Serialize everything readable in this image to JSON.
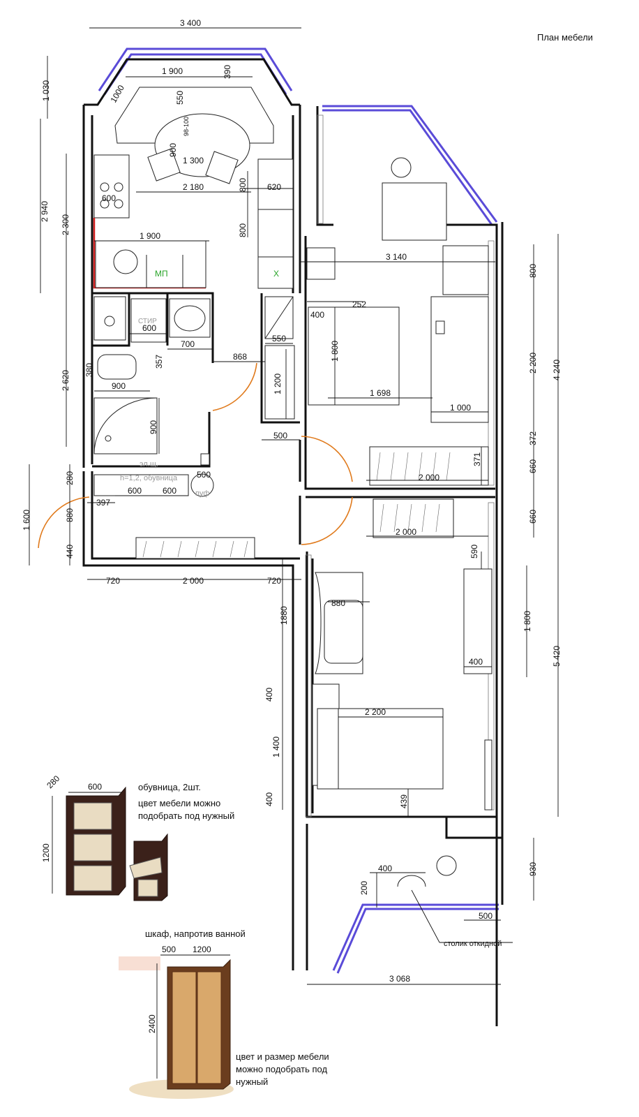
{
  "title": "План мебели",
  "colors": {
    "window": "#5a4bd8",
    "door_swing": "#e07a1c",
    "accent_red": "#d22020",
    "accent_green": "#2aa52a"
  },
  "labels": {
    "mp": "МП",
    "x": "Х",
    "stir": "СТИР",
    "el_shch": "эл.щ.",
    "el_shch_h": "h=1,2, обувница",
    "puf": "пуф",
    "table_fold": "столик откидной"
  },
  "dims": {
    "d3400": "3 400",
    "d1030": "1 030",
    "d1900a": "1 900",
    "d390": "390",
    "d1000": "1000",
    "d550a": "550",
    "d900a": "900",
    "d98": "98-100",
    "d1300": "1 300",
    "d2180": "2 180",
    "d800a": "800",
    "d620": "620",
    "d800b": "800",
    "d600a": "600",
    "d2940": "2 940",
    "d2300": "2 300",
    "d1900b": "1 900",
    "d600b": "600",
    "d700": "700",
    "d357": "357",
    "d380": "380",
    "d868": "868",
    "d550b": "550",
    "d1200a": "1 200",
    "d500a": "500",
    "d900b": "900",
    "d900c": "900",
    "d2620": "2 620",
    "d280": "280",
    "d880a": "880",
    "d440": "440",
    "d1600": "1 600",
    "d397": "397",
    "d600c": "600",
    "d600d": "600",
    "d500b": "500",
    "d720a": "720",
    "d2000a": "2 000",
    "d720b": "720",
    "d3140": "3 140",
    "d252": "252",
    "d400a": "400",
    "d1800a": "1 800",
    "d1698": "1 698",
    "d1000b": "1 000",
    "d371": "371",
    "d2000b": "2 000",
    "d2000c": "2 000",
    "d800c": "800",
    "d2200a": "2 200",
    "d4240": "4 240",
    "d372": "372",
    "d660a": "660",
    "d660b": "660",
    "d590": "590",
    "d880b": "880",
    "d1880": "1880",
    "d1800b": "1 800",
    "d400b": "400",
    "d5420": "5 420",
    "d400c": "400",
    "d2200b": "2 200",
    "d1400": "1 400",
    "d400d": "400",
    "d439": "439",
    "d930": "930",
    "d400e": "400",
    "d200": "200",
    "d500c": "500",
    "d3068": "3 068"
  },
  "shoe_cabinet": {
    "title": "обувница, 2шт.",
    "note_line1": "цвет мебели можно",
    "note_line2": "подобрать под нужный",
    "w": "600",
    "d": "280",
    "h": "1200"
  },
  "wardrobe": {
    "title": "шкаф, напротив ванной",
    "w": "1200",
    "d": "500",
    "h": "2400",
    "note_line1": "цвет и размер мебели",
    "note_line2": "можно подобрать под",
    "note_line3": "нужный"
  }
}
